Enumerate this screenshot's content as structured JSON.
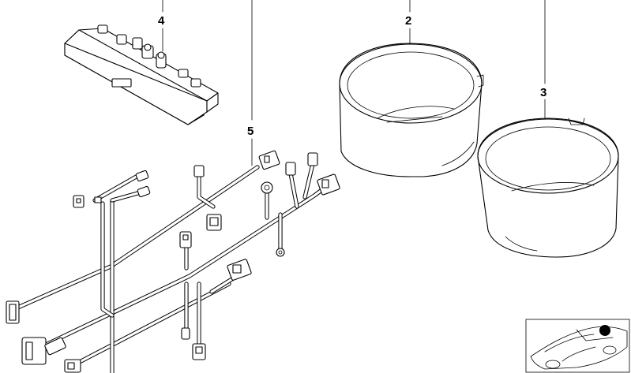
{
  "callouts": {
    "c2": "2",
    "c3": "3",
    "c4": "4",
    "c5": "5"
  },
  "parts": [
    {
      "number": "2",
      "name": "cup-holder-insert-large"
    },
    {
      "number": "3",
      "name": "cup-holder-insert-small"
    },
    {
      "number": "4",
      "name": "switch-module"
    },
    {
      "number": "5",
      "name": "wiring-harness"
    }
  ],
  "colors": {
    "line": "#000000",
    "background": "#ffffff",
    "locator_dot": "#000000"
  }
}
